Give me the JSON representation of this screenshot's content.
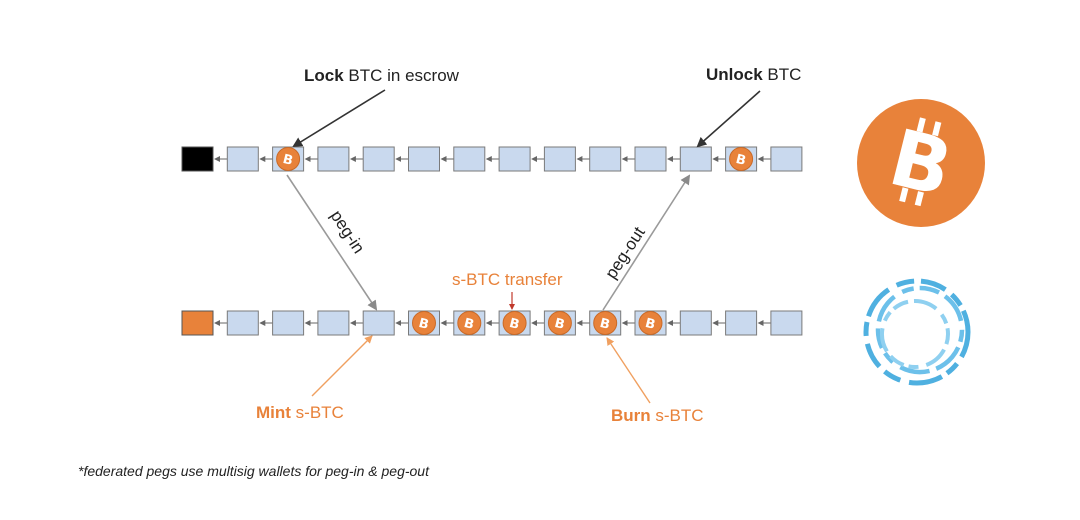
{
  "labels": {
    "lock_bold": "Lock",
    "lock_rest": " BTC in escrow",
    "unlock_bold": "Unlock",
    "unlock_rest": " BTC",
    "peg_in": "peg-in",
    "peg_out": "peg-out",
    "transfer": "s-BTC transfer",
    "mint_bold": "Mint",
    "mint_rest": " s-BTC",
    "burn_bold": "Burn",
    "burn_rest": " s-BTC"
  },
  "footnote": "*federated pegs use multisig wallets for peg-in & peg-out",
  "chains": {
    "main": {
      "block_count": 13,
      "coin_blocks": [
        2,
        12
      ],
      "genesis_color": "#000000"
    },
    "side": {
      "block_count": 13,
      "coin_blocks": [
        5,
        6,
        7,
        8,
        9,
        10
      ],
      "genesis_color": "#e8823a"
    }
  },
  "colors": {
    "block_fill": "#c9d9ee",
    "block_stroke": "#7a7a7a",
    "btc_orange": "#e8823a",
    "sidechain_blue": "#4fb0e0",
    "arrow_gray": "#9a9a9a",
    "transfer_arrow": "#c0392b"
  },
  "icons": {
    "bitcoin_logo": "bitcoin-logo-icon",
    "sidechain_logo": "sidechain-rings-icon",
    "coin": "bitcoin-coin-icon"
  }
}
